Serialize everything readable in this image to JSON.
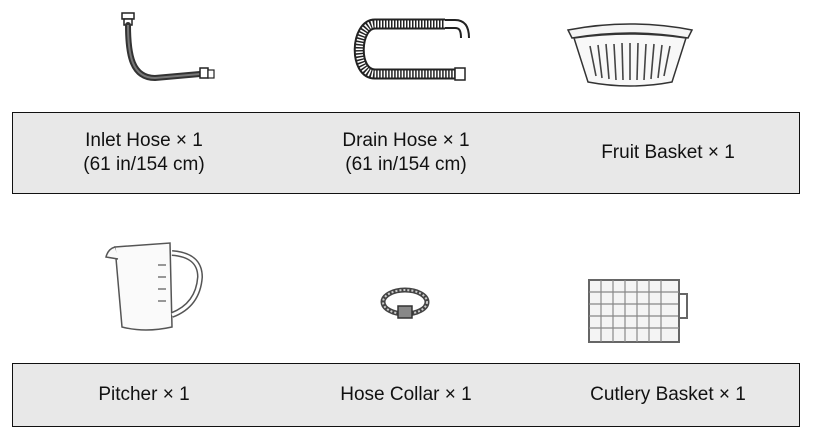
{
  "row1": [
    {
      "icon": "inlet-hose-icon",
      "label_line1": "Inlet Hose × 1",
      "label_line2": "(61 in/154 cm)"
    },
    {
      "icon": "drain-hose-icon",
      "label_line1": "Drain Hose × 1",
      "label_line2": "(61 in/154 cm)"
    },
    {
      "icon": "fruit-basket-icon",
      "label_line1": "Fruit Basket × 1",
      "label_line2": ""
    }
  ],
  "row2": [
    {
      "icon": "pitcher-icon",
      "label_line1": "Pitcher × 1"
    },
    {
      "icon": "hose-collar-icon",
      "label_line1": "Hose Collar × 1"
    },
    {
      "icon": "cutlery-basket-icon",
      "label_line1": "Cutlery Basket × 1"
    }
  ],
  "colors": {
    "band_fill": "#e8e8e8",
    "border": "#111111"
  }
}
